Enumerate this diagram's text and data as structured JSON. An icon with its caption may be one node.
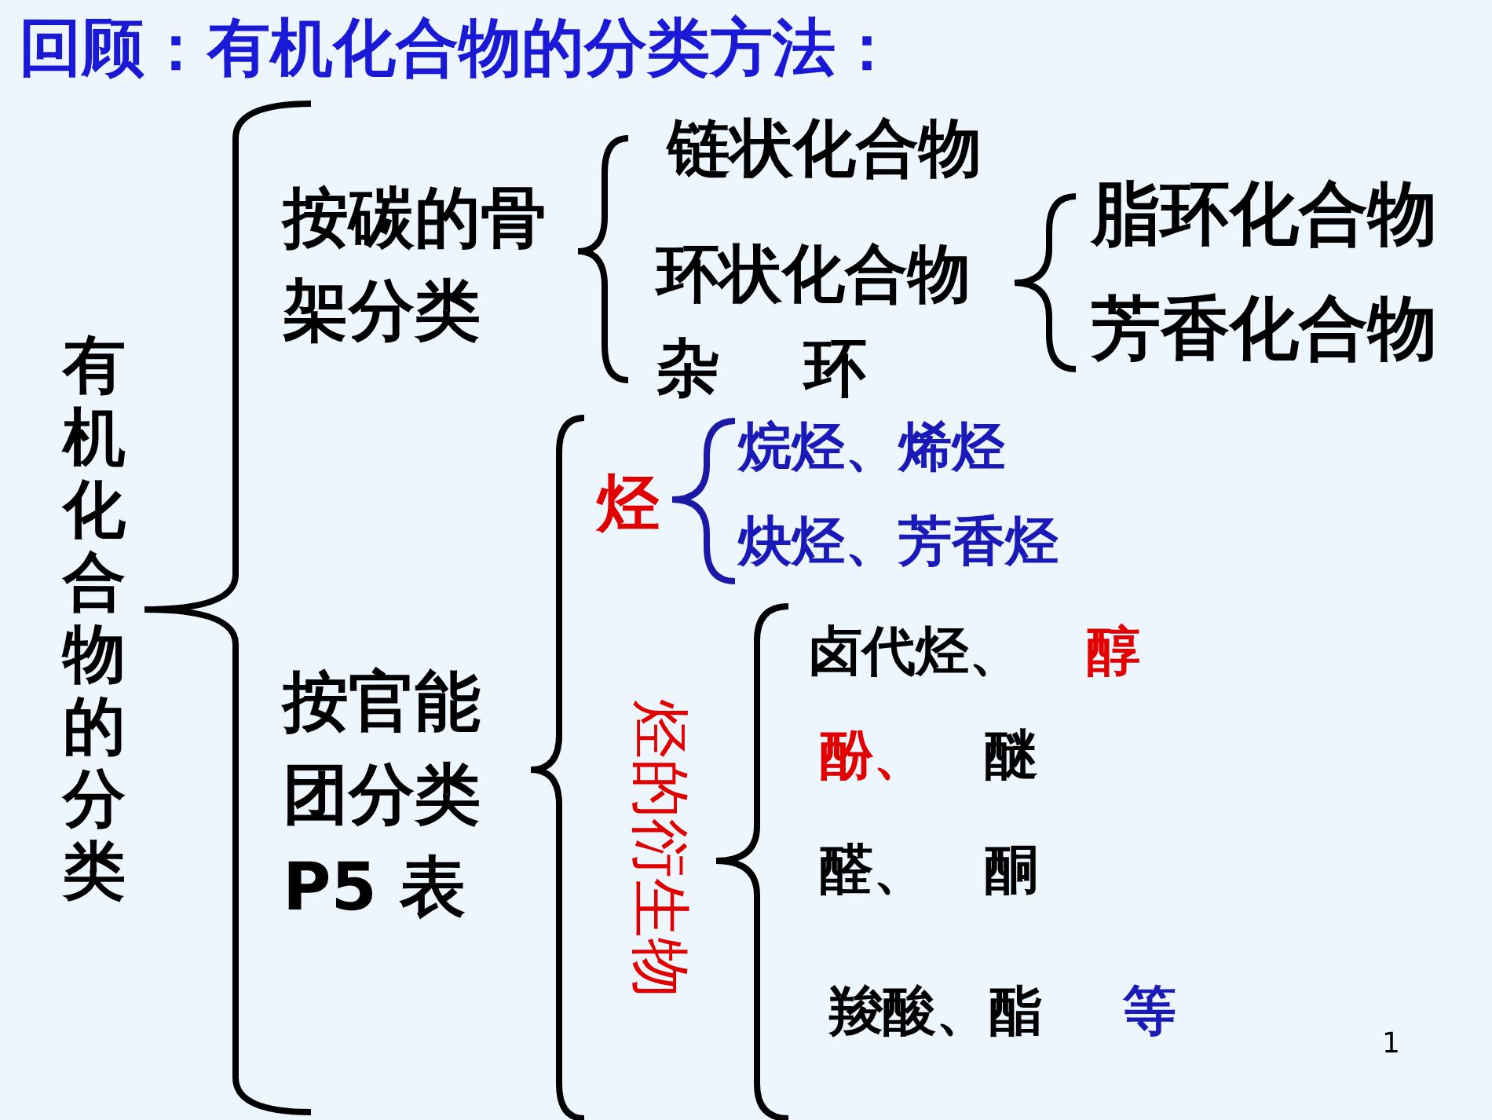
{
  "diagram": {
    "title": "回顾：有机化合物的分类方法：",
    "labels": [
      "有机化合物的分类",
      "按碳的骨架分类",
      "链状化合物",
      "环状化合物",
      "脂环化合物",
      "芳香化合物",
      "杂 环",
      "烃",
      "烷烃、烯烃",
      "炔烃、芳香烃",
      "按官能团分类P5 表",
      "烃的衍生物",
      "卤代烃、",
      "醇",
      "酚、",
      "醚",
      "醛、",
      "酮",
      "羧酸、酯",
      "等",
      "1"
    ]
  }
}
